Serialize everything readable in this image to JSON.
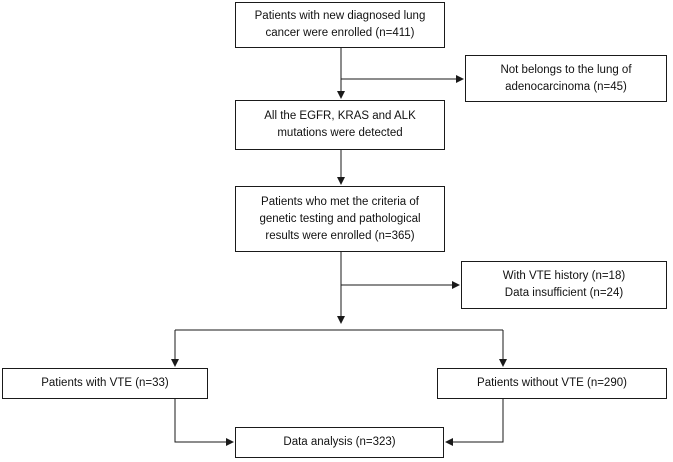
{
  "boxes": {
    "enrolled": {
      "lines": [
        "Patients with new diagnosed lung",
        "cancer were enrolled (n=411)"
      ]
    },
    "excluded_non_adeno": {
      "lines": [
        "Not belongs to the lung of",
        "adenocarcinoma (n=45)"
      ]
    },
    "mutations_detected": {
      "lines": [
        "All the EGFR, KRAS and ALK",
        "mutations were detected"
      ]
    },
    "criteria_met": {
      "lines": [
        "Patients who met the criteria of",
        "genetic testing and pathological",
        "results were enrolled (n=365)"
      ]
    },
    "excluded_history": {
      "lines": [
        "With VTE history (n=18)",
        "Data insufficient (n=24)"
      ]
    },
    "with_vte": {
      "lines": [
        "Patients with VTE (n=33)"
      ]
    },
    "without_vte": {
      "lines": [
        "Patients without VTE (n=290)"
      ]
    },
    "analysis": {
      "lines": [
        "Data analysis (n=323)"
      ]
    }
  }
}
